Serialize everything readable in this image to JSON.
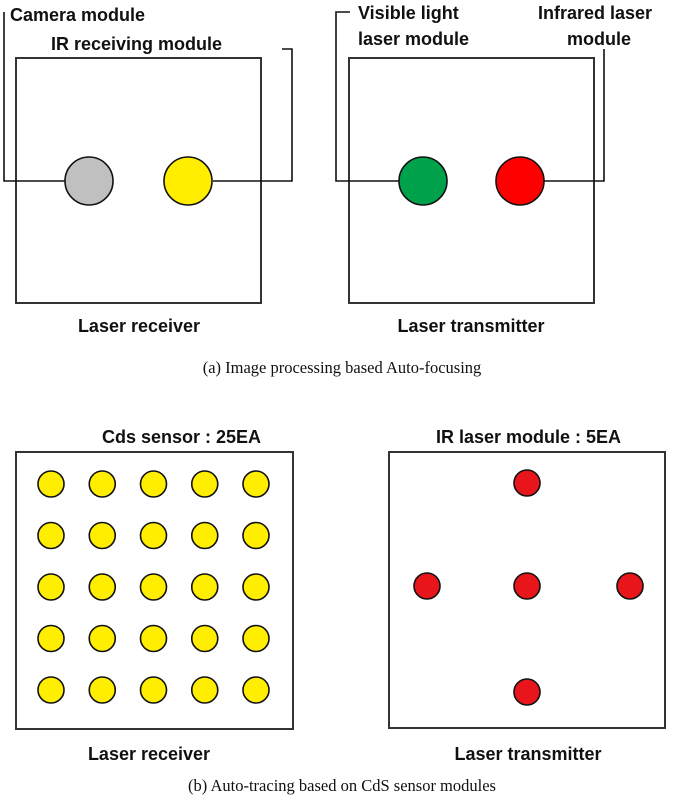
{
  "panel_a": {
    "receiver": {
      "label_camera": "Camera module",
      "label_ir": "IR receiving module",
      "caption": "Laser receiver"
    },
    "transmitter": {
      "label_visible_line1": "Visible light",
      "label_visible_line2": "laser module",
      "label_infrared_line1": "Infrared laser",
      "label_infrared_line2": "module",
      "caption": "Laser transmitter"
    },
    "caption": "(a)  Image processing based Auto-focusing"
  },
  "panel_b": {
    "receiver": {
      "title": "Cds sensor : 25EA",
      "caption": "Laser receiver",
      "sensor_rows": 5,
      "sensor_cols": 5
    },
    "transmitter": {
      "title": "IR laser module : 5EA",
      "caption": "Laser transmitter"
    },
    "caption": "(b)  Auto-tracing based on CdS sensor modules"
  },
  "colors": {
    "camera": "#c0c0c0",
    "ir_receiver": "#ffee00",
    "visible_laser": "#00a14b",
    "infrared_laser": "#ff0000",
    "cds_sensor": "#ffee00",
    "ir_laser_module": "#e8151b"
  }
}
